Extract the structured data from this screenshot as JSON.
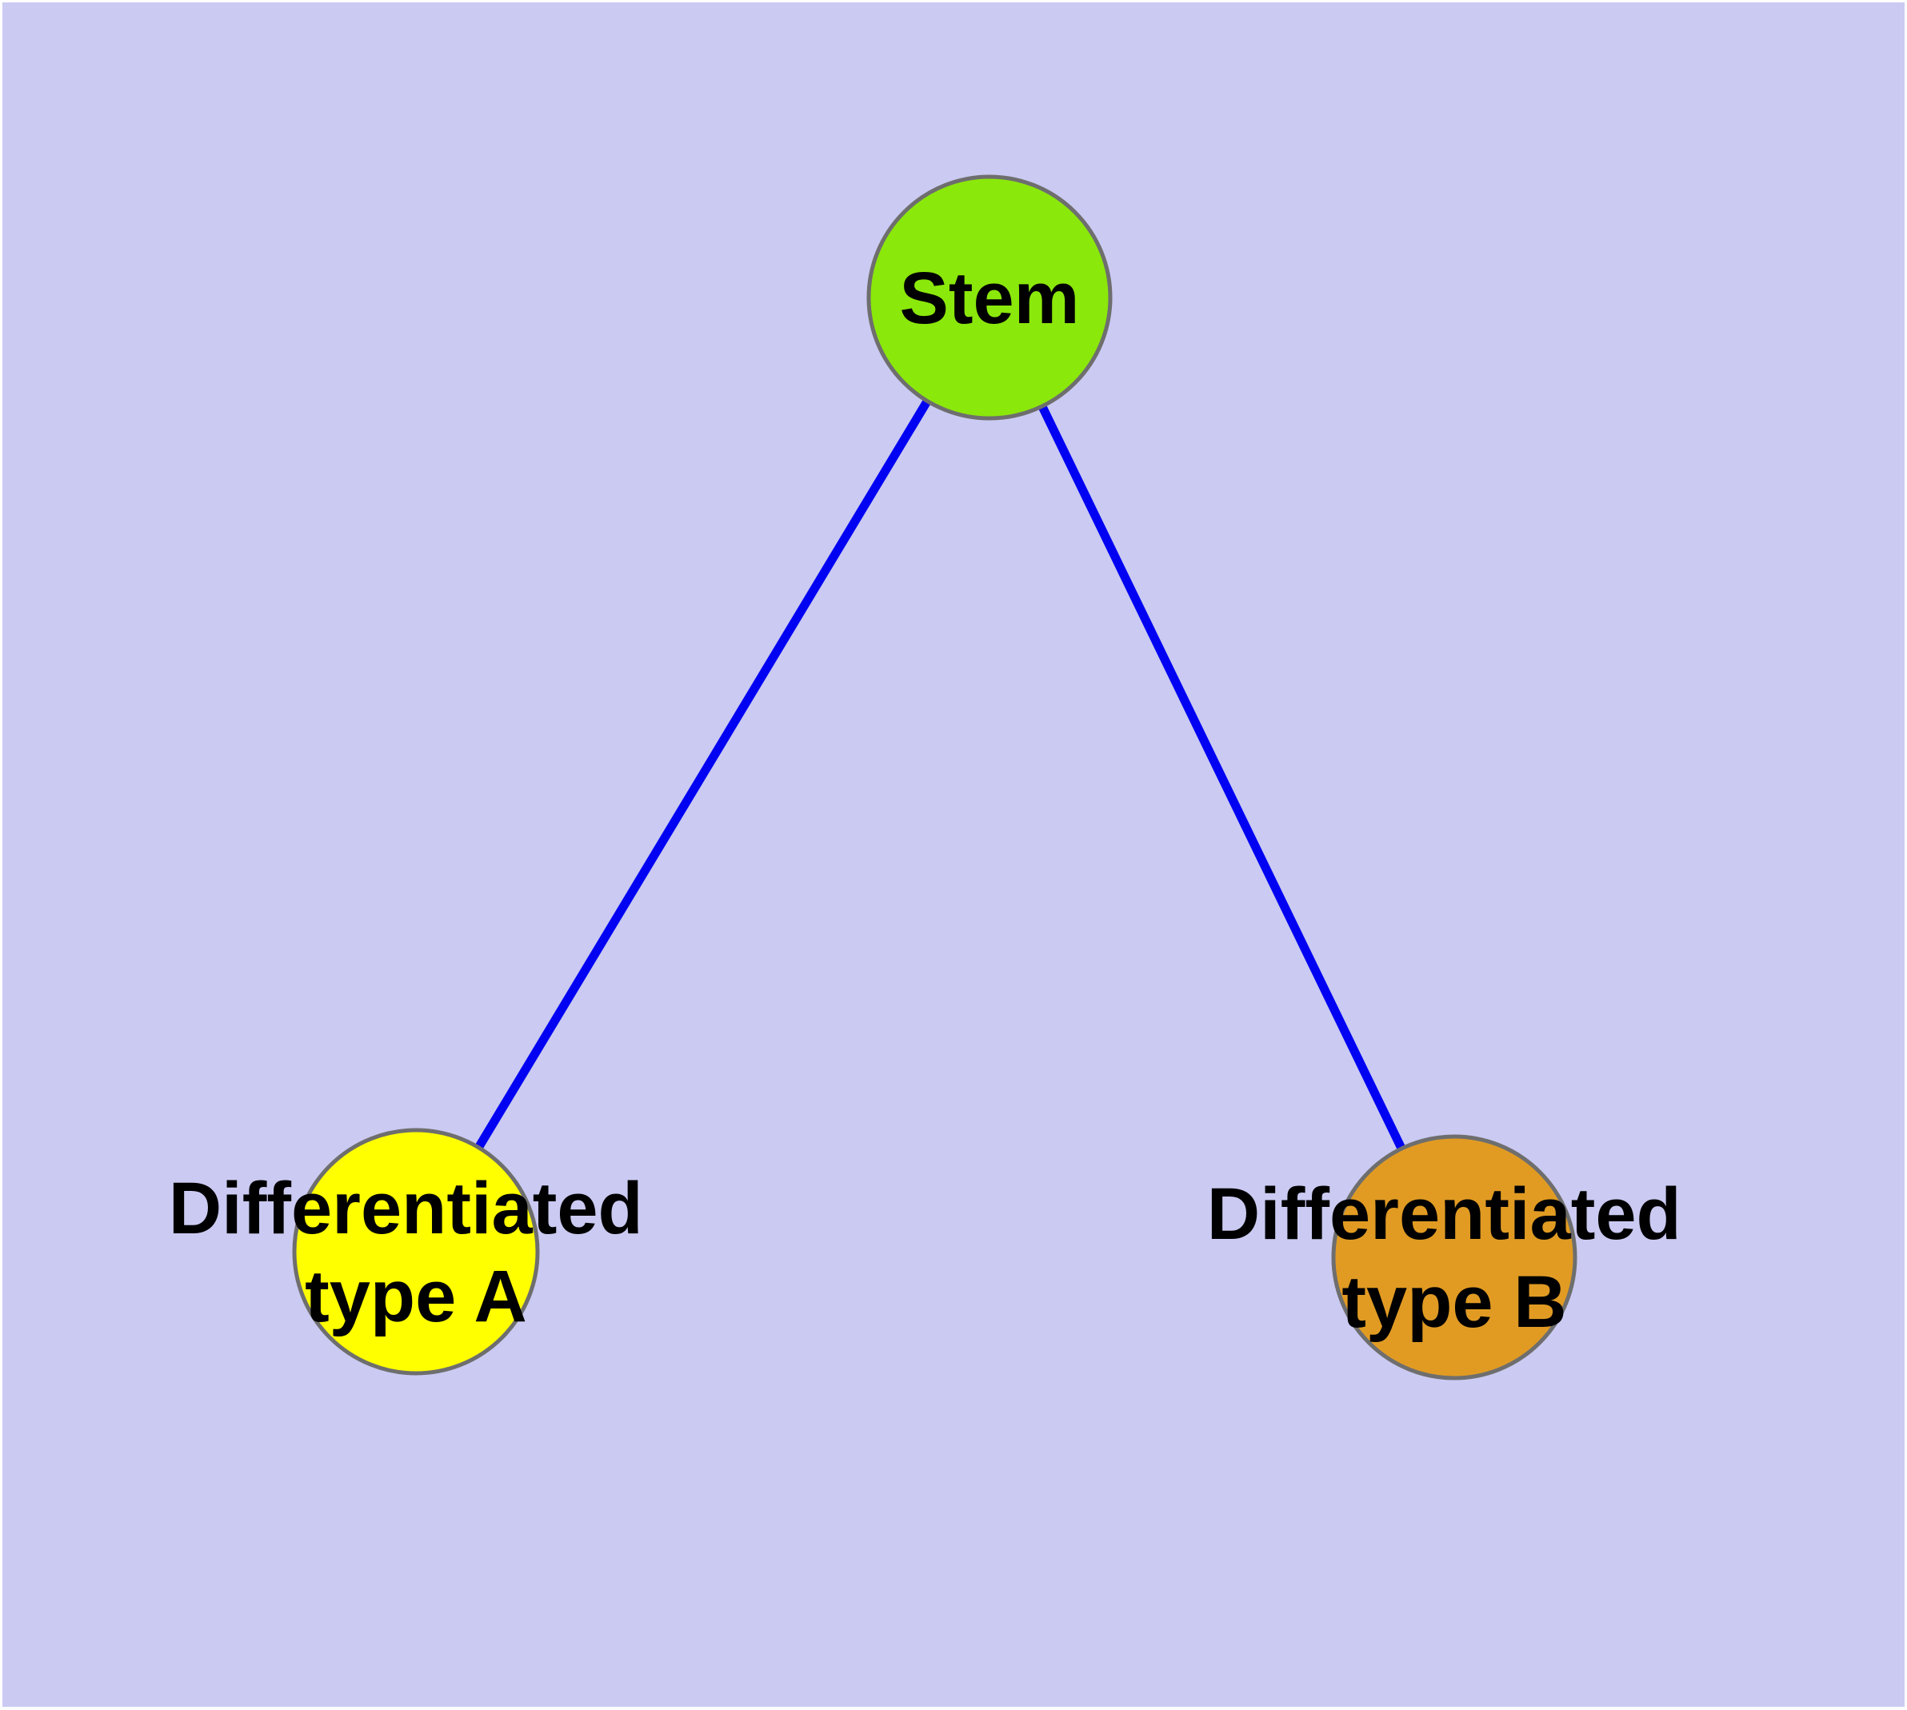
{
  "background_color": "#CACAF2",
  "nodes": [
    {
      "id": "stem",
      "label_lines": [
        "Stem"
      ],
      "fill": "#8BE80B"
    },
    {
      "id": "differentiated-type-a",
      "label_lines": [
        "Differentiated",
        "type A"
      ],
      "fill": "#FFFF00"
    },
    {
      "id": "differentiated-type-b",
      "label_lines": [
        "Differentiated",
        "type B"
      ],
      "fill": "#E19B23"
    }
  ],
  "edges": [
    {
      "from": "stem",
      "to": "differentiated-type-a",
      "color": "#0202F2"
    },
    {
      "from": "stem",
      "to": "differentiated-type-b",
      "color": "#0202F2"
    }
  ],
  "style": {
    "node_border_color": "#6E6E6E",
    "text_color": "#000000"
  }
}
